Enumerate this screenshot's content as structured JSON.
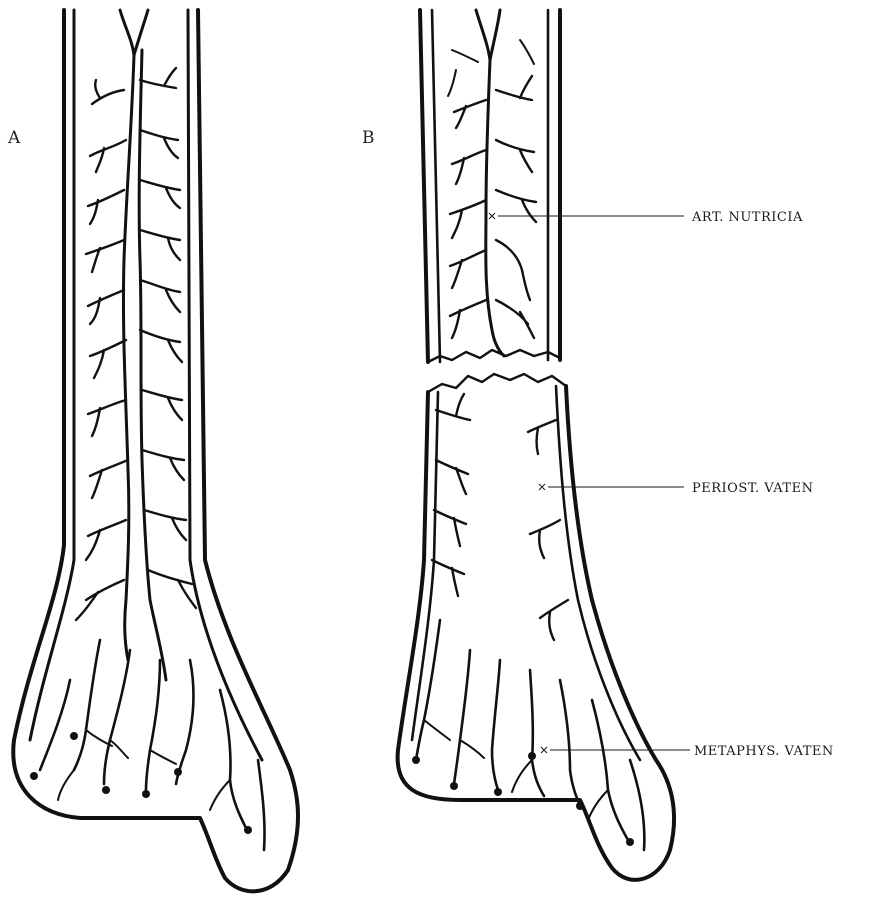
{
  "panels": [
    {
      "id": "A",
      "label": "A"
    },
    {
      "id": "B",
      "label": "B"
    }
  ],
  "callouts": [
    {
      "id": "nutrient-artery",
      "label": "ART. NUTRICIA"
    },
    {
      "id": "periosteal-vessels",
      "label": "PERIOST. VATEN"
    },
    {
      "id": "metaphyseal-vessels",
      "label": "METAPHYS. VATEN"
    }
  ],
  "colors": {
    "ink": "#111111",
    "paper": "#ffffff"
  }
}
